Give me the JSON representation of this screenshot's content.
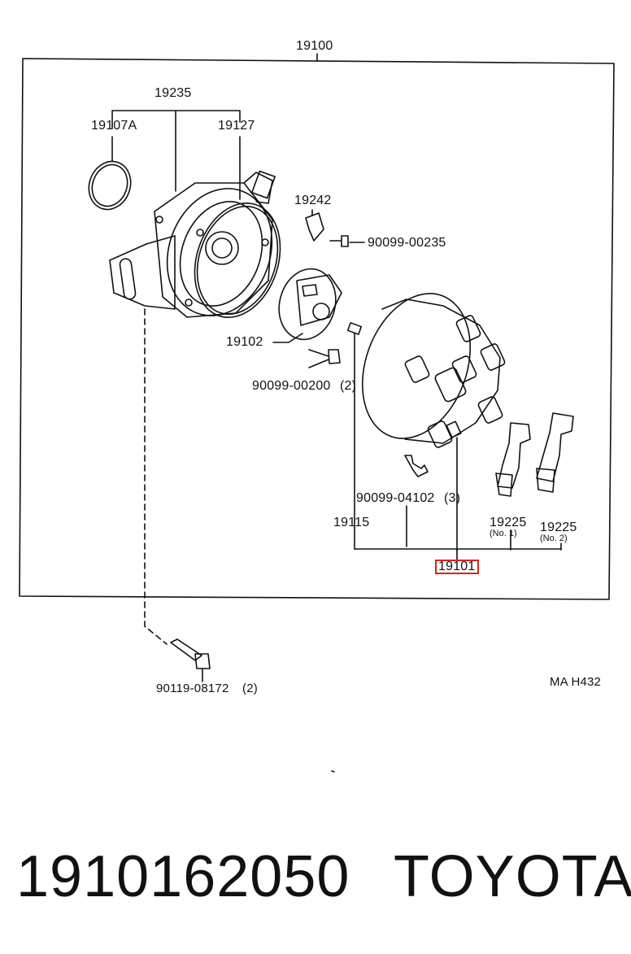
{
  "labels": {
    "assembly": "19100",
    "p19235": "19235",
    "p19107a": "19107A",
    "p19127": "19127",
    "p19242": "19242",
    "p90099_00235": "90099-00235",
    "p19102": "19102",
    "p90099_00200": "90099-00200",
    "p90099_00200_qty": "(2)",
    "p90099_04102": "90099-04102",
    "p90099_04102_qty": "(3)",
    "p19115": "19115",
    "p19225a": "19225",
    "p19225a_note": "(No. 1)",
    "p19225b": "19225",
    "p19225b_note": "(No. 2)",
    "p19101": "19101",
    "p90119_08172": "90119-08172",
    "p90119_08172_qty": "(2)",
    "figure_code": "MA H432"
  },
  "footer": {
    "part_number": "1910162050",
    "brand": "TOYOTA"
  },
  "colors": {
    "line": "#111111",
    "highlight": "#e02020"
  }
}
